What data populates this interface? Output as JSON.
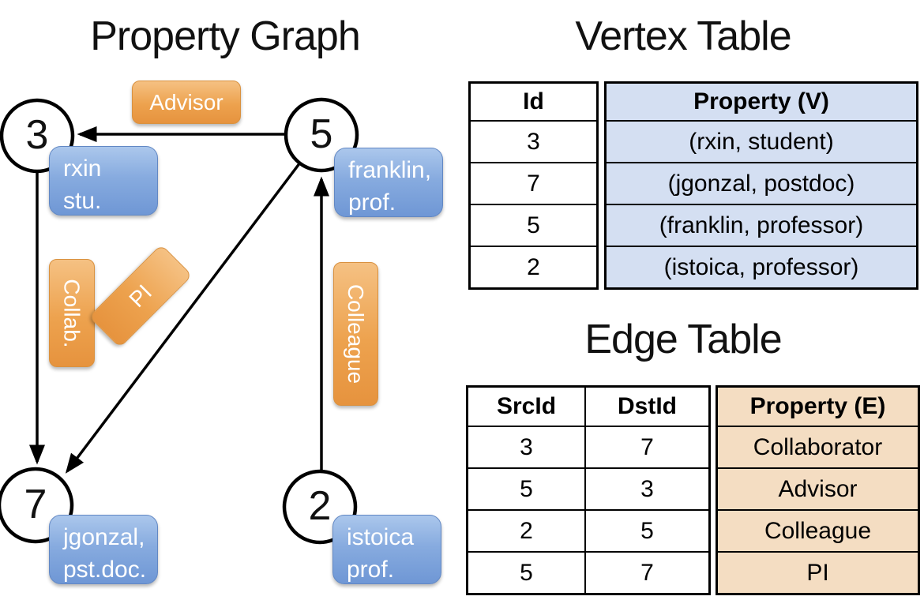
{
  "panel_graph": {
    "title": "Property Graph",
    "nodes": {
      "n3": {
        "id": "3",
        "line1": "rxin",
        "line2": "stu."
      },
      "n5": {
        "id": "5",
        "line1": "franklin,",
        "line2": "prof."
      },
      "n7": {
        "id": "7",
        "line1": "jgonzal,",
        "line2": "pst.doc."
      },
      "n2": {
        "id": "2",
        "line1": "istoica",
        "line2": "prof."
      }
    },
    "edge_labels": {
      "advisor": "Advisor",
      "collab": "Collab.",
      "pi": "PI",
      "colleague": "Colleague"
    }
  },
  "vertex_table": {
    "title": "Vertex Table",
    "headers": {
      "id": "Id",
      "property": "Property (V)"
    },
    "rows": [
      {
        "id": "3",
        "property": "(rxin, student)"
      },
      {
        "id": "7",
        "property": "(jgonzal, postdoc)"
      },
      {
        "id": "5",
        "property": "(franklin, professor)"
      },
      {
        "id": "2",
        "property": "(istoica, professor)"
      }
    ]
  },
  "edge_table": {
    "title": "Edge Table",
    "headers": {
      "src": "SrcId",
      "dst": "DstId",
      "property": "Property (E)"
    },
    "rows": [
      {
        "src": "3",
        "dst": "7",
        "property": "Collaborator"
      },
      {
        "src": "5",
        "dst": "3",
        "property": "Advisor"
      },
      {
        "src": "2",
        "dst": "5",
        "property": "Colleague"
      },
      {
        "src": "5",
        "dst": "7",
        "property": "PI"
      }
    ]
  },
  "colors": {
    "edge_label_orange": "#eda24e",
    "vertex_box_blue": "#7f9fd8",
    "vertex_table_fill": "#d4dff2",
    "edge_table_fill": "#f4ddc2",
    "line_color": "#000000"
  }
}
